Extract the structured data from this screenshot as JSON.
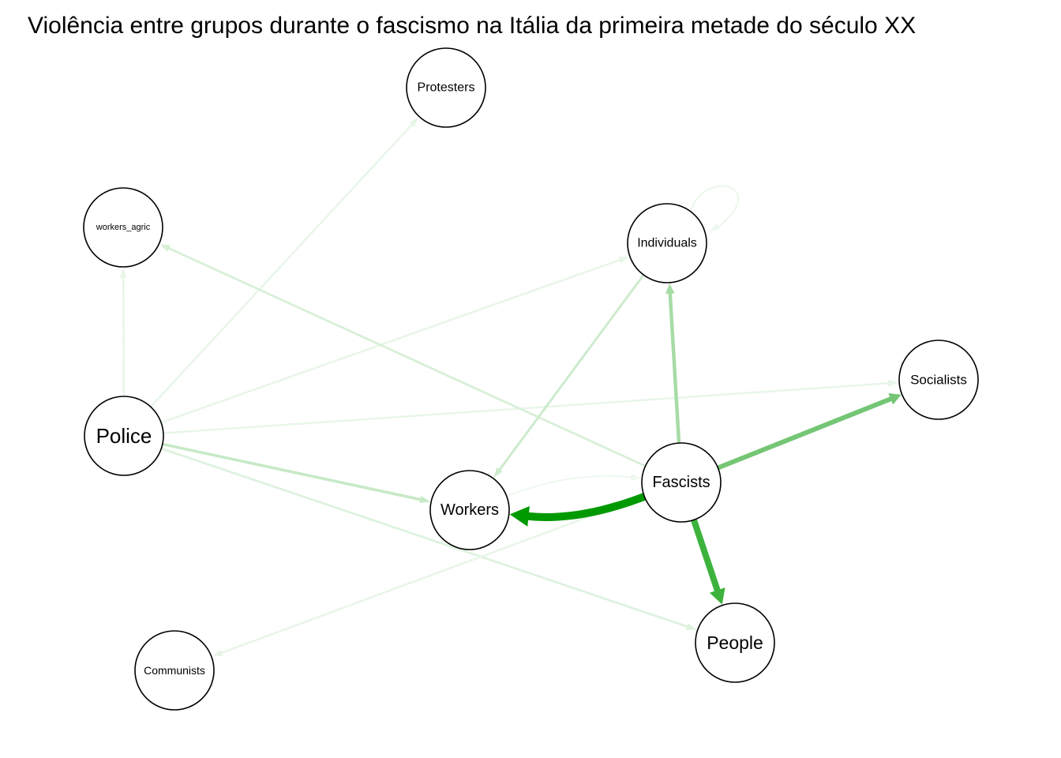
{
  "title": "Violência entre grupos durante o fascismo na Itália da primeira metade do século XX",
  "nodes": [
    {
      "id": "Protesters",
      "label": "Protesters"
    },
    {
      "id": "workers_agric",
      "label": "workers_agric"
    },
    {
      "id": "Individuals",
      "label": "Individuals"
    },
    {
      "id": "Socialists",
      "label": "Socialists"
    },
    {
      "id": "Police",
      "label": "Police"
    },
    {
      "id": "Fascists",
      "label": "Fascists"
    },
    {
      "id": "Workers",
      "label": "Workers"
    },
    {
      "id": "People",
      "label": "People"
    },
    {
      "id": "Communists",
      "label": "Communists"
    }
  ],
  "edges": [
    {
      "from": "Police",
      "to": "Protesters",
      "color": "#e8f6e8"
    },
    {
      "from": "Police",
      "to": "workers_agric",
      "color": "#e8f6e8"
    },
    {
      "from": "Police",
      "to": "Individuals",
      "color": "#e8f6e8"
    },
    {
      "from": "Police",
      "to": "Socialists",
      "color": "#e8f6e8"
    },
    {
      "from": "Police",
      "to": "Workers",
      "color": "#c6e9c6"
    },
    {
      "from": "Police",
      "to": "People",
      "color": "#def2de"
    },
    {
      "from": "Fascists",
      "to": "workers_agric",
      "color": "#d8efd8"
    },
    {
      "from": "Fascists",
      "to": "Communists",
      "color": "#e8f6e8"
    },
    {
      "from": "Fascists",
      "to": "Individuals",
      "color": "#a6dca6"
    },
    {
      "from": "Fascists",
      "to": "Socialists",
      "color": "#74c674"
    },
    {
      "from": "Fascists",
      "to": "Workers",
      "color": "#009900"
    },
    {
      "from": "Fascists",
      "to": "People",
      "color": "#3db33d"
    },
    {
      "from": "Individuals",
      "to": "Workers",
      "color": "#cdebcd"
    },
    {
      "from": "Workers",
      "to": "Fascists",
      "color": "#eef8ee"
    },
    {
      "from": "Individuals",
      "to": "Individuals",
      "color": "#eef8ee"
    }
  ]
}
